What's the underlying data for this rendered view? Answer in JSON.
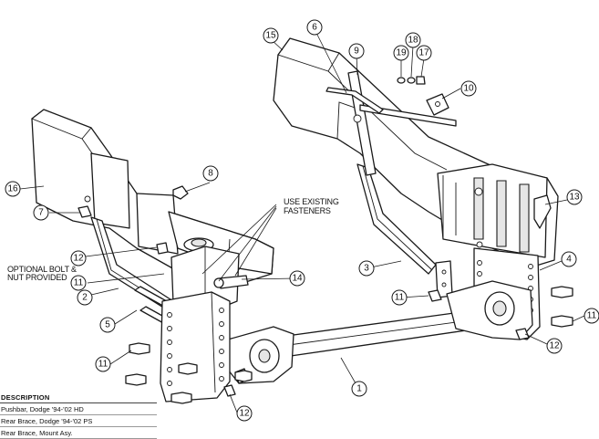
{
  "callouts": [
    {
      "id": "c1",
      "label": "1"
    },
    {
      "id": "c2",
      "label": "2"
    },
    {
      "id": "c3",
      "label": "3"
    },
    {
      "id": "c4",
      "label": "4"
    },
    {
      "id": "c5",
      "label": "5"
    },
    {
      "id": "c6",
      "label": "6"
    },
    {
      "id": "c7",
      "label": "7"
    },
    {
      "id": "c8",
      "label": "8"
    },
    {
      "id": "c9",
      "label": "9"
    },
    {
      "id": "c10",
      "label": "10"
    },
    {
      "id": "c11a",
      "label": "11"
    },
    {
      "id": "c11b",
      "label": "11"
    },
    {
      "id": "c11c",
      "label": "11"
    },
    {
      "id": "c11d",
      "label": "11"
    },
    {
      "id": "c12a",
      "label": "12"
    },
    {
      "id": "c12b",
      "label": "12"
    },
    {
      "id": "c12c",
      "label": "12"
    },
    {
      "id": "c13",
      "label": "13"
    },
    {
      "id": "c14",
      "label": "14"
    },
    {
      "id": "c15",
      "label": "15"
    },
    {
      "id": "c16",
      "label": "16"
    },
    {
      "id": "c17",
      "label": "17"
    },
    {
      "id": "c18",
      "label": "18"
    },
    {
      "id": "c19",
      "label": "19"
    }
  ],
  "notes": {
    "use_existing_line1": "USE EXISTING",
    "use_existing_line2": "FASTENERS",
    "optional_bolt_line1": "OPTIONAL BOLT &",
    "optional_bolt_line2": "NUT PROVIDED"
  },
  "legend": {
    "header": "DESCRIPTION",
    "rows": [
      "Pushbar, Dodge '94-'02 HD",
      "Rear Brace, Dodge '94-'02 PS",
      "Rear Brace, Mount Asy."
    ]
  }
}
